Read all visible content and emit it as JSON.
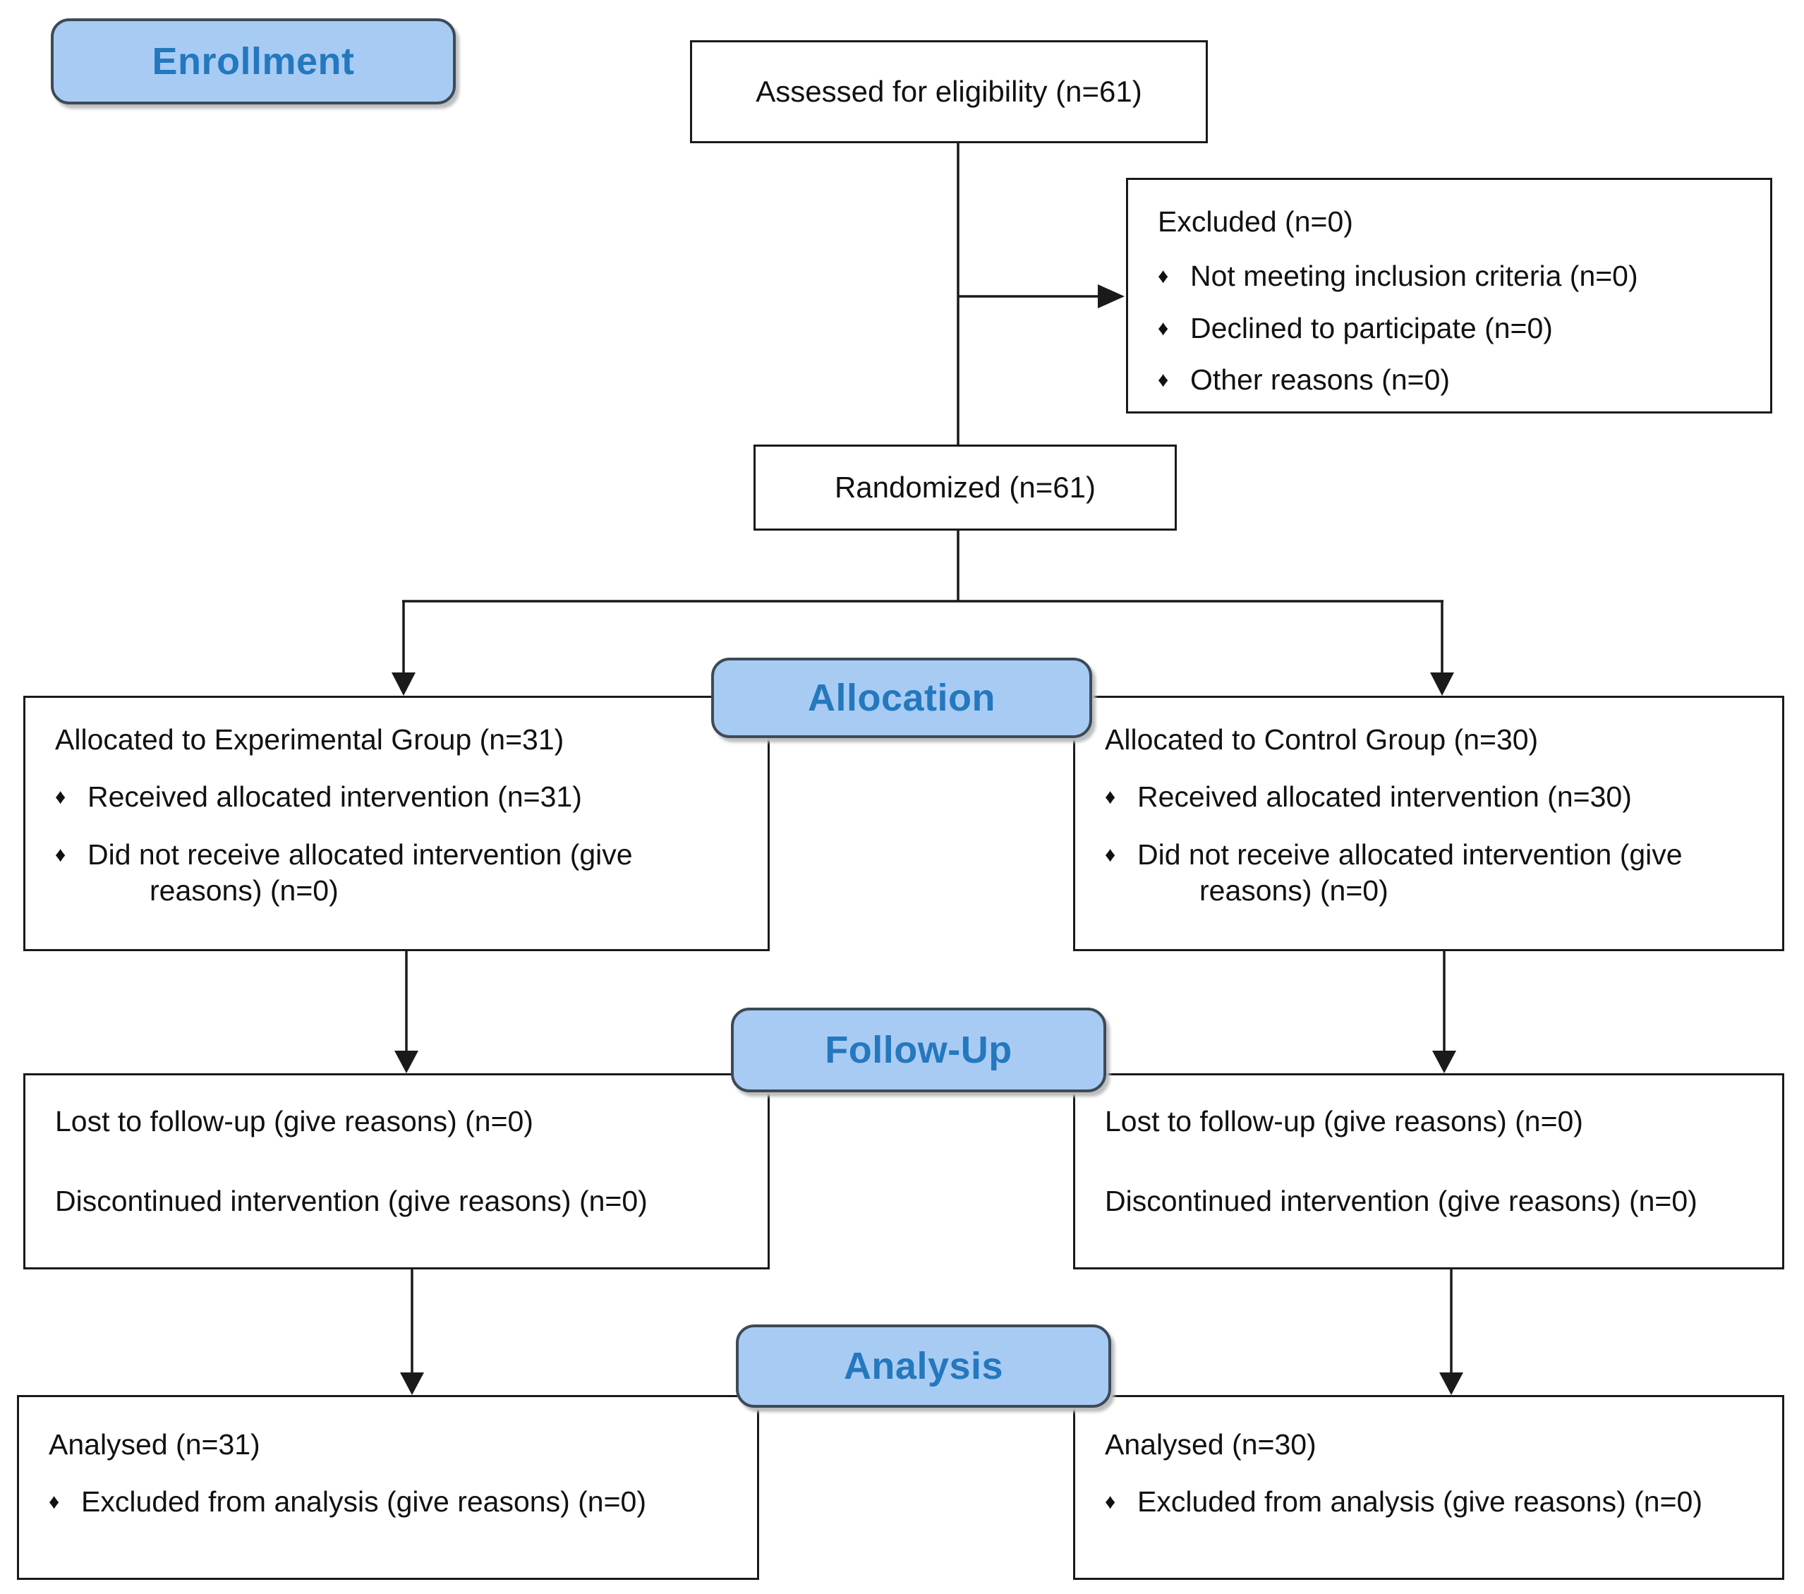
{
  "colors": {
    "badge_fill": "#a8cbf4",
    "badge_border": "#3d4a57",
    "badge_text": "#2478bd",
    "box_border": "#1a1a1a",
    "line": "#1a1a1a",
    "background": "#ffffff"
  },
  "icons": {
    "bullet": "♦"
  },
  "stages": {
    "enrollment": "Enrollment",
    "allocation": "Allocation",
    "followup": "Follow-Up",
    "analysis": "Analysis"
  },
  "boxes": {
    "assessed": {
      "text": "Assessed for eligibility (n=61)"
    },
    "excluded": {
      "title": "Excluded (n=0)",
      "items": [
        "Not meeting inclusion criteria (n=0)",
        "Declined to participate (n=0)",
        "Other reasons (n=0)"
      ]
    },
    "randomized": {
      "text": "Randomized (n=61)"
    },
    "allocation_experimental": {
      "title": "Allocated to Experimental Group (n=31)",
      "items": [
        "Received allocated intervention (n=31)",
        "Did not receive allocated intervention (give reasons) (n=0)"
      ]
    },
    "allocation_control": {
      "title": "Allocated to Control Group (n=30)",
      "items": [
        "Received allocated intervention (n=30)",
        "Did not receive allocated intervention (give reasons) (n=0)"
      ]
    },
    "followup_experimental": {
      "lines": [
        "Lost to follow-up (give reasons) (n=0)",
        "Discontinued intervention (give reasons) (n=0)"
      ]
    },
    "followup_control": {
      "lines": [
        "Lost to follow-up (give reasons) (n=0)",
        "Discontinued intervention (give reasons) (n=0)"
      ]
    },
    "analysis_experimental": {
      "title": "Analysed (n=31)",
      "items": [
        "Excluded from analysis (give reasons) (n=0)"
      ]
    },
    "analysis_control": {
      "title": "Analysed (n=30)",
      "items": [
        "Excluded from analysis (give reasons) (n=0)"
      ]
    }
  }
}
